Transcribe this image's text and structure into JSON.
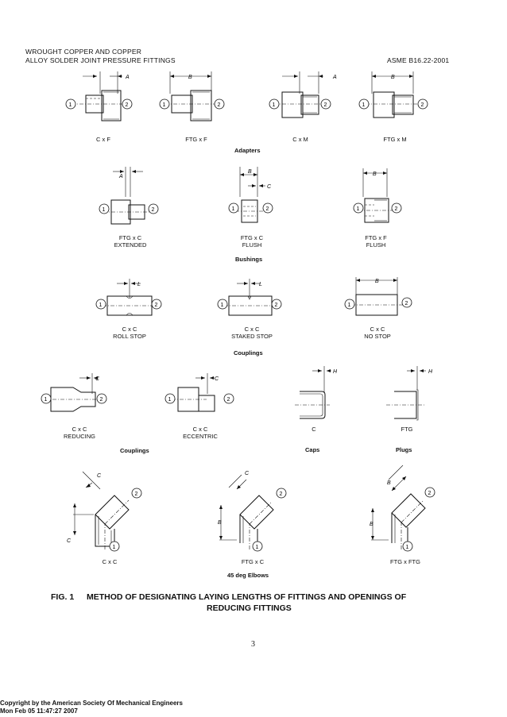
{
  "header": {
    "line1": "WROUGHT COPPER AND COPPER",
    "line2": "ALLOY SOLDER JOINT PRESSURE FITTINGS",
    "standard": "ASME B16.22-2001"
  },
  "markers": {
    "one": "1",
    "two": "2"
  },
  "dims": {
    "A": "A",
    "B": "B",
    "C": "C",
    "L": "L",
    "H": "H"
  },
  "adapters": {
    "section": "Adapters",
    "items": [
      "C x F",
      "FTG x F",
      "C x M",
      "FTG x M"
    ]
  },
  "bushings": {
    "section": "Bushings",
    "items": [
      {
        "l1": "FTG x C",
        "l2": "EXTENDED"
      },
      {
        "l1": "FTG x C",
        "l2": "FLUSH"
      },
      {
        "l1": "FTG x F",
        "l2": "FLUSH"
      }
    ]
  },
  "couplings1": {
    "section": "Couplings",
    "items": [
      {
        "l1": "C x C",
        "l2": "ROLL STOP"
      },
      {
        "l1": "C x C",
        "l2": "STAKED STOP"
      },
      {
        "l1": "C x C",
        "l2": "NO STOP"
      }
    ]
  },
  "couplings2": {
    "section": "Couplings",
    "items": [
      {
        "l1": "C x C",
        "l2": "REDUCING"
      },
      {
        "l1": "C x C",
        "l2": "ECCENTRIC"
      }
    ]
  },
  "caps": {
    "section": "Caps",
    "item": "C"
  },
  "plugs": {
    "section": "Plugs",
    "item": "FTG"
  },
  "elbows": {
    "section": "45 deg Elbows",
    "items": [
      "C x C",
      "FTG x C",
      "FTG x FTG"
    ]
  },
  "figure": {
    "number": "FIG. 1",
    "title_line1": "METHOD OF DESIGNATING LAYING LENGTHS OF FITTINGS AND OPENINGS OF",
    "title_line2": "REDUCING FITTINGS"
  },
  "page_number": "3",
  "footer": {
    "line1": "Copyright by the American Society Of Mechanical Engineers",
    "line2": "Mon Feb 05 11:47:27 2007"
  }
}
